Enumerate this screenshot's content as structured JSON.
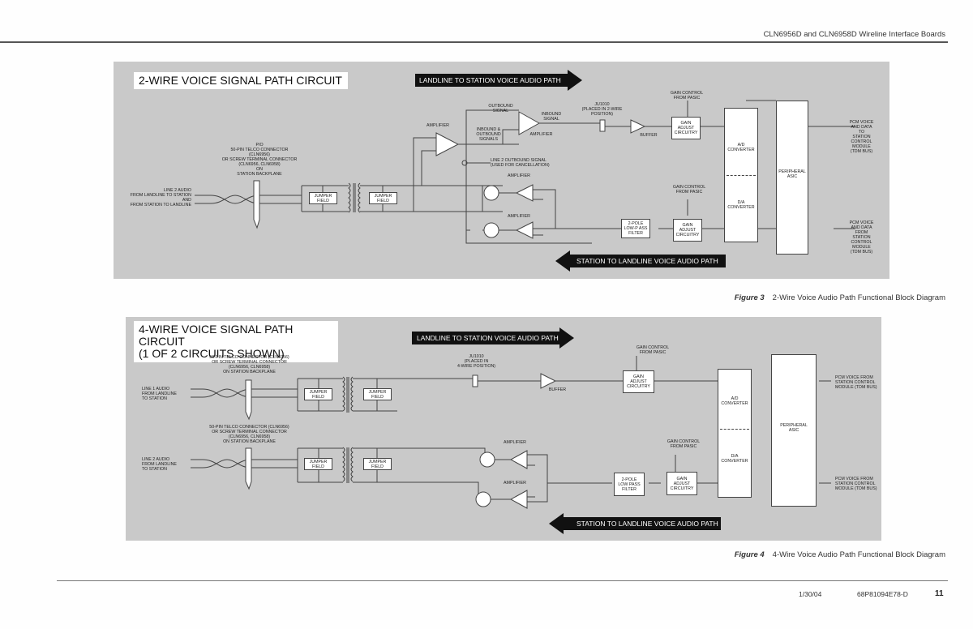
{
  "header": {
    "title": "CLN6956D and CLN6958D Wireline Interface Boards"
  },
  "footer": {
    "date": "1/30/04",
    "doc_number": "68P81094E78-D",
    "page": "11"
  },
  "figure3": {
    "panel_title": "2-WIRE VOICE SIGNAL PATH CIRCUIT",
    "caption_fig": "Figure 3",
    "caption_text": "2-Wire Voice Audio Path Functional Block Diagram",
    "arrow_in": "LANDLINE TO STATION VOICE AUDIO PATH",
    "arrow_out": "STATION TO LANDLINE VOICE AUDIO PATH",
    "line_label": "LINE 2 AUDIO\nFROM LANDLINE TO STATION\nAND\nFROM STATION TO LANDLINE",
    "connector_label": "P/O\n50-PIN   TELCO  CONNECTOR\n(CLN6956)\nOR SCREW TERMINAL CONNECTOR\n(CLN6956, CLN6958)\nON\nSTATION BACKPLANE",
    "jumper1": "JUMPER\nFIELD",
    "jumper2": "JUMPER\nFIELD",
    "amplifier1": "AMPLIFIER",
    "outbound_signal": "OUTBOUND\nSIGNAL",
    "inbound_outbound": "INBOUND &\nOUTBOUND\nSIGNALS",
    "amplifier2": "AMPLIFIER",
    "inbound_signal": "INBOUND\nSIGNAL",
    "jumper_ju": "JU1010\n(PLACED IN 2-WIRE\nPOSITION)",
    "buffer": "BUFFER",
    "gain_control_top": "GAIN CONTROL\nFROM PASIC",
    "gain_adjust_top": "GAIN\nADJUST\nCIRCUITRY",
    "cancellation": "LINE 2 OUTBOUND SIGNAL\n(USED FOR CANCELLATION)",
    "amplifier3": "AMPLIFIER",
    "amplifier4": "AMPLIFIER",
    "filter": "2-POLE\nLOW-P ASS\nFILTER",
    "gain_control_bottom": "GAIN CONTROL\nFROM PASIC",
    "gain_adjust_bottom": "GAIN\nADJUST\nCIRCUITRY",
    "ad_converter": "A/D\nCONVERTER",
    "da_converter": "D/A\nCONVERTER",
    "asic": "PERIPHERAL\nASIC",
    "pcm_out": "PCM VOICE\nAND DATA\nTO\nSTATION\nCONTROL\nMODULE\n(TDM BUS)",
    "pcm_in": "PCM VOICE\nAND DATA\nFROM\nSTATION\nCONTROL\nMODULE\n(TDM BUS)"
  },
  "figure4": {
    "panel_title": "4-WIRE VOICE SIGNAL PATH CIRCUIT\n(1 OF 2 CIRCUITS SHOWN)",
    "caption_fig": "Figure 4",
    "caption_text": "4-Wire Voice Audio Path Functional Block Diagram",
    "arrow_in": "LANDLINE TO STATION VOICE AUDIO PATH",
    "arrow_out": "STATION TO LANDLINE VOICE AUDIO PATH",
    "connector1_label": "50-PIN TELCO  CONNECTOR (CLN6956)\nOR SCREW TERMINAL CONNECTOR\n(CLN6956, CLN6958)\nON STATION BACKPLANE",
    "connector2_label": "50-PIN TELCO  CONNECTOR (CLN6956)\nOR SCREW TERMINAL CONNECTOR\n(CLN6956, CLN6958)\nON STATION BACKPLANE",
    "line1_label": "LINE 1 AUDIO\nFROM LANDLINE\nTO STATION",
    "line2_label": "LINE 2 AUDIO\nFROM LANDLINE\nTO STATION",
    "jumper1": "JUMPER\nFIELD",
    "jumper2": "JUMPER\nFIELD",
    "jumper3": "JUMPER\nFIELD",
    "jumper4": "JUMPER\nFIELD",
    "jumper_ju": "JU1010\n(PLACED IN\n4-WIRE POSITION)",
    "buffer": "BUFFER",
    "gain_control_top": "GAIN CONTROL\nFROM PASIC",
    "gain_adjust_top": "GAIN\nADJUST\nCIRCUITRY",
    "amplifier1": "AMPLIFIER",
    "amplifier2": "AMPLIFIER",
    "filter": "2-POLE\nLOW PASS\nFILTER",
    "gain_control_bottom": "GAIN CONTROL\nFROM PASIC",
    "gain_adjust_bottom": "GAIN\nADJUST\nCIRCUITRY",
    "ad_converter": "A/D\nCONVERTER",
    "da_converter": "D/A\nCONVERTER",
    "asic": "PERIPHERAL\nASIC",
    "pcm_out": "PCM VOICE FROM\nSTATION CONTROL\nMODULE (TDM BUS)",
    "pcm_in": "PCM VOICE FROM\nSTATION CONTROL\nMODULE (TDM BUS)"
  }
}
